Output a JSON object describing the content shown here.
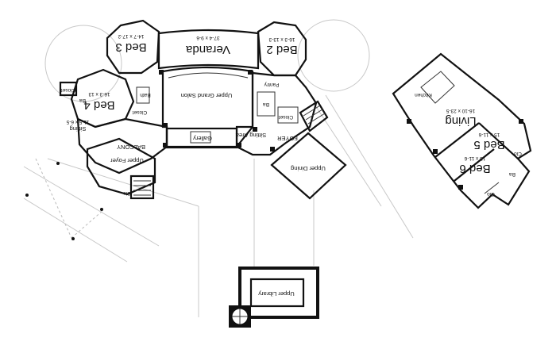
{
  "rooms": {
    "bed3": {
      "name": "Bed 3",
      "dims": "14-7 x 17-2"
    },
    "veranda": {
      "name": "Veranda",
      "dims": "37-4 x 9-6"
    },
    "bed2": {
      "name": "Bed 2",
      "dims": "16-3 x 13-3"
    },
    "bed4": {
      "name": "Bed 4",
      "dims": "16-3 x 13"
    },
    "sitting_left": {
      "name": "Sitting",
      "dims": "11-5 x 6-5"
    },
    "upper_grand_salon": {
      "name": "Upper Grand Salon"
    },
    "gallery": {
      "name": "Gallery"
    },
    "sitting_area": {
      "name": "Sitting Area"
    },
    "foyer": {
      "name": "FOYER"
    },
    "upper_dining": {
      "name": "Upper Dining"
    },
    "balcony": {
      "name": "BALCONY"
    },
    "upper_foyer": {
      "name": "Upper Foyer"
    },
    "upper_library": {
      "name": "Upper Library"
    },
    "living": {
      "name": "Living",
      "dims": "16-10 x 23-5"
    },
    "bed5": {
      "name": "Bed 5",
      "dims": "15 x 11-6"
    },
    "bed6": {
      "name": "Bed 6",
      "dims": "15 x 11-6"
    },
    "kitchen": {
      "name": "Kitchen"
    }
  },
  "small_labels": {
    "closet_left": "Closet",
    "ba_left": "Ba",
    "closet_mid": "Closet",
    "closet_right": "Closet",
    "pantry": "Pantry",
    "ba_right": "Ba",
    "clo_right": "Clo",
    "clo_bottom": "Clo",
    "bath_left": "Bath",
    "ba_bed6": "Ba",
    "clo_bed5": "Clo"
  }
}
